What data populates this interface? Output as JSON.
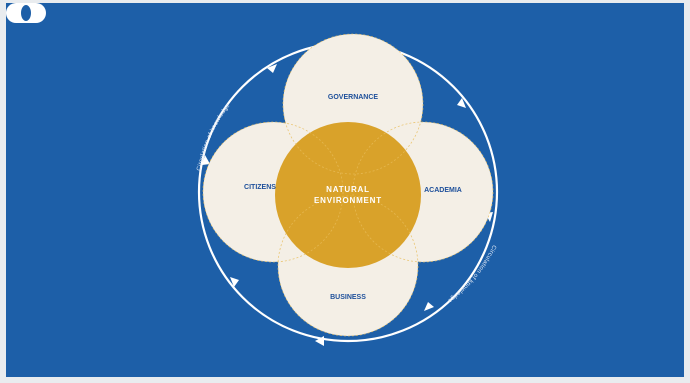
{
  "diagram": {
    "center_line1": "NATURAL",
    "center_line2": "ENVIRONMENT",
    "nodes": {
      "top": "GOVERNANCE",
      "right": "ACADEMIA",
      "bottom": "BUSINESS",
      "left": "CITIZENS"
    },
    "cycle_label_upper_left": "Circulation of knowledge",
    "cycle_label_lower_right": "Circulation of knowledge"
  },
  "colors": {
    "background": "#1d5fa8",
    "node_fill": "#f4efe6",
    "center_fill": "#d9a22a",
    "label_text": "#1d4f9a",
    "cycle_line": "#ffffff"
  },
  "logo": {
    "icon": "circle-pair-logo-icon"
  }
}
